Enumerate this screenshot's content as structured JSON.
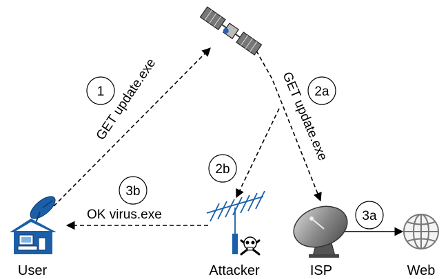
{
  "nodes": {
    "user": "User",
    "attacker": "Attacker",
    "isp": "ISP",
    "web": "Web"
  },
  "edges": {
    "user_to_satellite": "GET update.exe",
    "satellite_to_isp": "GET update.exe",
    "attacker_to_user": "OK virus.exe"
  },
  "steps": {
    "s1": "1",
    "s2a": "2a",
    "s2b": "2b",
    "s3a": "3a",
    "s3b": "3b"
  },
  "colors": {
    "house": "#1b5fa8",
    "antenna": "#1b5fa8",
    "dish": "#6b6b6b",
    "globe": "#8c8c8c"
  }
}
